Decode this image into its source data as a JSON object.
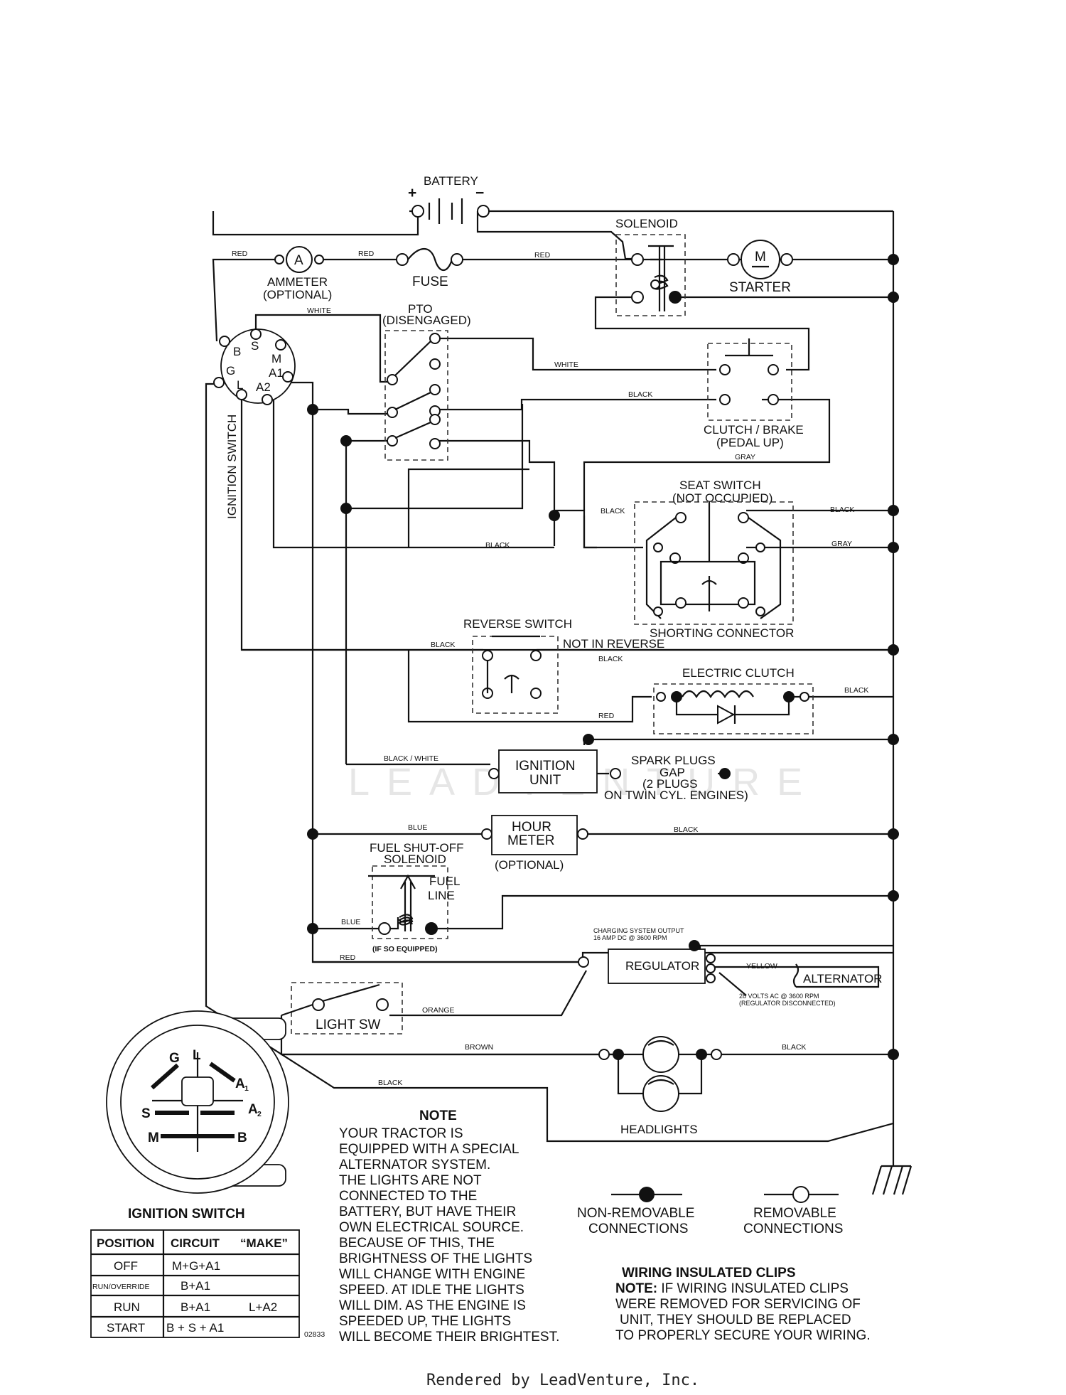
{
  "labels": {
    "battery": "BATTERY",
    "plus": "+",
    "minus": "−",
    "solenoid": "SOLENOID",
    "ammeter_symbol": "A",
    "ammeter_line1": "AMMETER",
    "ammeter_line2": "(OPTIONAL)",
    "fuse": "FUSE",
    "motor_symbol": "M",
    "starter": "STARTER",
    "pto_line1": "PTO",
    "pto_line2": "(DISENGAGED)",
    "clutch_brake_line1": "CLUTCH / BRAKE",
    "clutch_brake_line2": "(PEDAL UP)",
    "seat_switch_line1": "SEAT SWITCH",
    "seat_switch_line2": "(NOT OCCUPIED)",
    "shorting_connector": "SHORTING CONNECTOR",
    "reverse_switch": "REVERSE SWITCH",
    "not_in_reverse": "NOT IN REVERSE",
    "electric_clutch": "ELECTRIC CLUTCH",
    "ignition_unit_line1": "IGNITION",
    "ignition_unit_line2": "UNIT",
    "spark_plugs_line1": "SPARK PLUGS",
    "spark_plugs_line2": "GAP",
    "spark_plugs_line3": "(2 PLUGS",
    "spark_plugs_line4": "ON TWIN CYL. ENGINES)",
    "hour_meter_line1": "HOUR",
    "hour_meter_line2": "METER",
    "hour_meter_optional": "(OPTIONAL)",
    "fuel_solenoid_line1": "FUEL SHUT-OFF",
    "fuel_solenoid_line2": "SOLENOID",
    "fuel_line1": "FUEL",
    "fuel_line2": "LINE",
    "if_so_equipped": "(IF SO EQUIPPED)",
    "charging_line1": "CHARGING SYSTEM OUTPUT",
    "charging_line2": "16 AMP DC @ 3600 RPM",
    "regulator": "REGULATOR",
    "alternator": "ALTERNATOR",
    "volts_line1": "28 VOLTS AC @ 3600 RPM",
    "volts_line2": "(REGULATOR DISCONNECTED)",
    "light_sw": "LIGHT SW",
    "headlights": "HEADLIGHTS",
    "ignition_switch_vertical": "IGNITION SWITCH",
    "term_b": "B",
    "term_s": "S",
    "term_m": "M",
    "term_g": "G",
    "term_a1": "A1",
    "term_l": "L",
    "term_a2": "A2"
  },
  "wire_colors": {
    "red": "RED",
    "white": "WHITE",
    "black": "BLACK",
    "gray": "GRAY",
    "black_white": "BLACK / WHITE",
    "blue": "BLUE",
    "yellow": "YELLOW",
    "orange": "ORANGE",
    "brown": "BROWN"
  },
  "ignition_face": {
    "g": "G",
    "l": "L",
    "a1": "A",
    "a1_sub": "1",
    "s": "S",
    "a2": "A",
    "a2_sub": "2",
    "m": "M",
    "b": "B"
  },
  "ignition_table": {
    "title": "IGNITION SWITCH",
    "headers": [
      "POSITION",
      "CIRCUIT",
      "“MAKE”"
    ],
    "rows": [
      [
        "OFF",
        "M+G+A1",
        ""
      ],
      [
        "RUN/OVERRIDE",
        "B+A1",
        ""
      ],
      [
        "RUN",
        "B+A1",
        "L+A2"
      ],
      [
        "START",
        "B + S + A1",
        ""
      ]
    ]
  },
  "note": {
    "title": "NOTE",
    "lines": [
      "YOUR TRACTOR IS",
      "EQUIPPED WITH A SPECIAL",
      "ALTERNATOR SYSTEM.",
      "THE LIGHTS ARE NOT",
      "CONNECTED TO THE",
      "BATTERY, BUT HAVE THEIR",
      "OWN ELECTRICAL SOURCE.",
      "BECAUSE OF THIS, THE",
      "BRIGHTNESS OF THE LIGHTS",
      "WILL CHANGE WITH ENGINE",
      "SPEED.  AT IDLE THE LIGHTS",
      "WILL DIM.  AS THE ENGINE IS",
      "SPEEDED UP, THE LIGHTS",
      "WILL BECOME THEIR BRIGHTEST."
    ]
  },
  "legend": {
    "non_removable_line1": "NON-REMOVABLE",
    "non_removable_line2": "CONNECTIONS",
    "removable_line1": "REMOVABLE",
    "removable_line2": "CONNECTIONS"
  },
  "clips": {
    "title": "WIRING INSULATED CLIPS",
    "note_bold": "NOTE:",
    "line1": " IF WIRING INSULATED CLIPS",
    "line2": "WERE REMOVED FOR SERVICING OF",
    "line3": "UNIT, THEY SHOULD BE REPLACED",
    "line4": "TO PROPERLY SECURE YOUR WIRING."
  },
  "part_number": "02833",
  "watermark": "LEADVENTURE",
  "footer": "Rendered by LeadVenture, Inc."
}
